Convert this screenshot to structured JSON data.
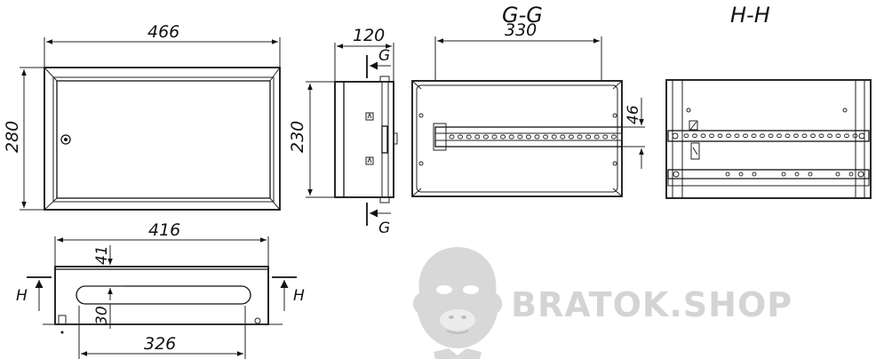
{
  "front_view": {
    "width_label": "466",
    "height_label": "280"
  },
  "side_view": {
    "depth_label": "120",
    "height_label": "230",
    "section_mark_top": "G",
    "section_mark_bottom": "G"
  },
  "section_gg": {
    "title": "G-G",
    "width_label": "330",
    "rail_label": "46"
  },
  "section_hh": {
    "title": "H-H"
  },
  "top_view": {
    "width_label": "416",
    "depth_label": "41",
    "slot_label": "30",
    "slot_width_label": "326",
    "section_mark_left": "H",
    "section_mark_right": "H"
  },
  "watermark": {
    "text": "BRATOK.SHOP",
    "logo": "gorilla-head-logo"
  },
  "colors": {
    "line": "#111111",
    "watermark": "#d4d4d4",
    "background": "#ffffff"
  }
}
